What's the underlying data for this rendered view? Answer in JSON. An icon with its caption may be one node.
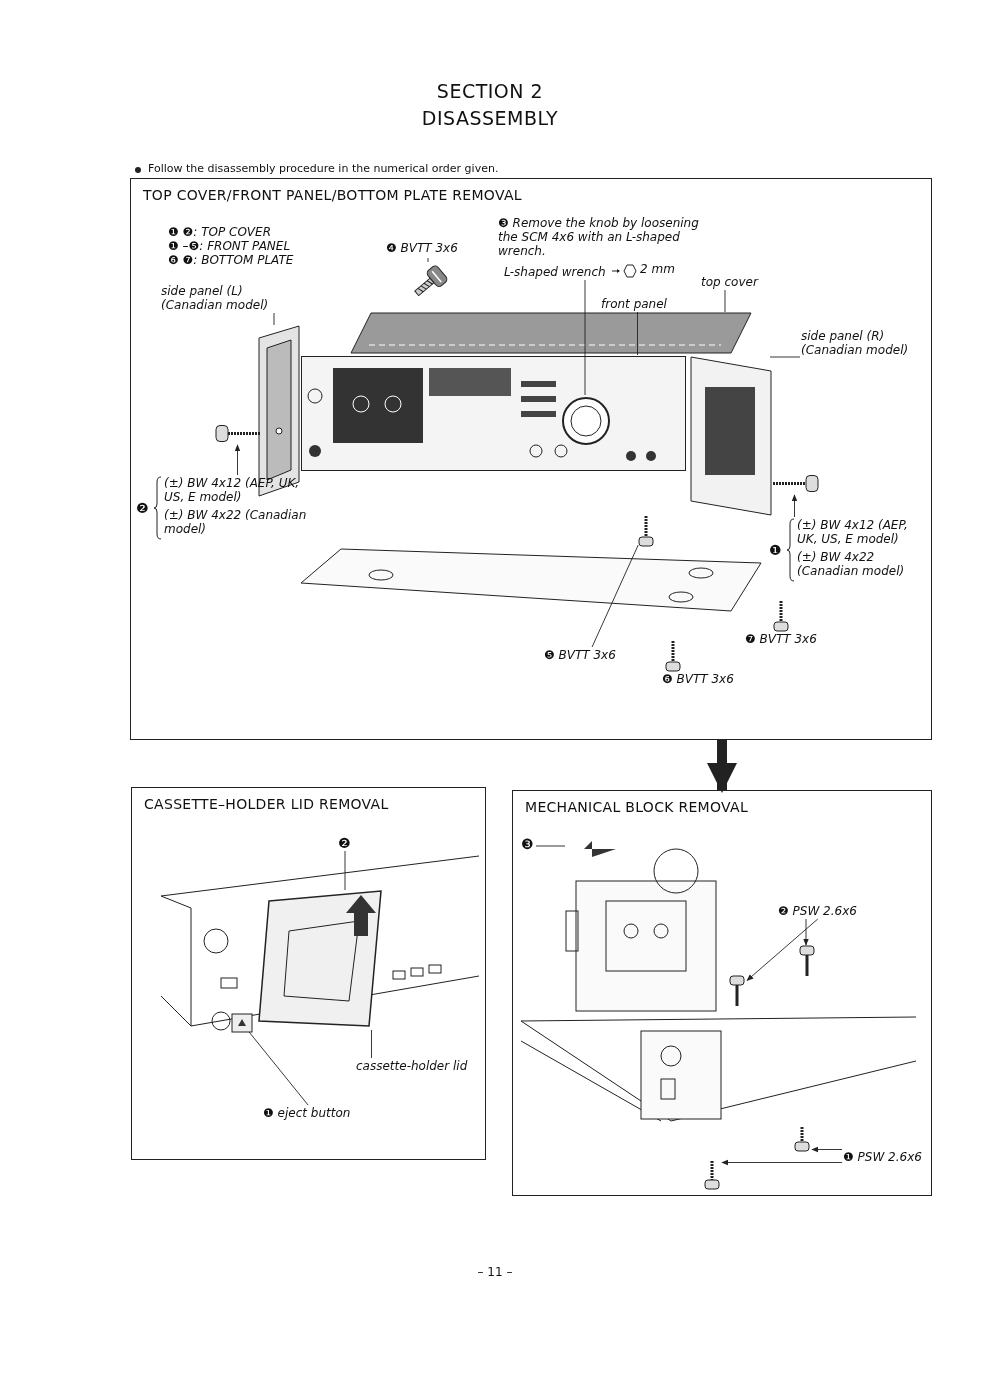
{
  "diagram": {
    "title": "SECTION 2 DISASSEMBLY",
    "nodes": [
      {
        "text": [
          "TOP COVER/FRONT PANEL/BOTTOM PLATE REMOVAL"
        ]
      },
      {
        "text": [],
        "shape": "picture",
        "in": 0
      },
      {
        "text": [],
        "shape": "picture",
        "in": 0
      },
      {
        "text": [],
        "shape": "picture",
        "in": 0
      },
      {
        "text": [],
        "shape": "picture",
        "in": 3
      },
      {
        "text": [],
        "shape": "picture",
        "in": 0
      },
      {
        "text": [],
        "shape": "picture",
        "in": 0
      },
      {
        "text": [],
        "shape": "picture",
        "in": 0
      },
      {
        "text": [],
        "shape": "picture",
        "in": 0
      },
      {
        "text": [],
        "shape": "picture",
        "in": 0
      },
      {
        "text": [],
        "shape": "picture",
        "in": 0
      },
      {
        "text": [],
        "shape": "picture",
        "in": 0
      },
      {
        "text": [],
        "shape": "picture",
        "in": 0
      },
      {
        "text": [
          "side panel (L) (Canadian model)"
        ],
        "in": 0
      },
      {
        "text": [
          "❹ BVTT 3x6"
        ],
        "in": 0
      },
      {
        "text": [
          "L-shaped wrench"
        ],
        "in": 0
      },
      {
        "text": [
          "top cover"
        ],
        "in": 0
      },
      {
        "text": [
          "front panel"
        ],
        "in": 0
      },
      {
        "text": [
          "side panel (R) (Canadian model)"
        ],
        "in": 0
      },
      {
        "text": [
          "❷",
          "(±) BW 4x12 (AEP, UK, US, E model)",
          "(±) BW 4x22 (Canadian model)"
        ],
        "in": 0
      },
      {
        "text": [
          "❶",
          "(±) BW 4x12 (AEP, UK, US, E model)",
          "(±) BW 4x22 (Canadian model)"
        ],
        "in": 0
      },
      {
        "text": [
          "❺ BVTT 3x6"
        ],
        "in": 0
      },
      {
        "text": [
          "CASSETTE–HOLDER LID REMOVAL"
        ]
      },
      {
        "text": [],
        "shape": "picture",
        "in": 22
      },
      {
        "text": [],
        "shape": "picture",
        "in": 23
      },
      {
        "text": [],
        "shape": "picture",
        "in": 23
      },
      {
        "text": [
          "❷"
        ],
        "in": 22
      },
      {
        "text": [
          "cassette-holder lid"
        ],
        "in": 22
      },
      {
        "text": [
          "❶ eject button"
        ],
        "in": 22
      },
      {
        "text": [
          "MECHANICAL BLOCK REMOVAL"
        ]
      },
      {
        "text": [],
        "shape": "picture",
        "in": 29
      },
      {
        "text": [],
        "shape": "picture",
        "in": 29
      },
      {
        "text": [],
        "shape": "picture",
        "in": 29
      },
      {
        "text": [],
        "shape": "picture",
        "in": 29
      },
      {
        "text": [],
        "shape": "picture",
        "in": 29
      },
      {
        "text": [],
        "shape": "picture",
        "in": 29
      },
      {
        "text": [
          "❸"
        ],
        "in": 29
      },
      {
        "text": [
          "❷ PSW 2.6x6"
        ],
        "in": 29
      },
      {
        "text": [
          "❶ PSW 2.6x6"
        ],
        "in": 29
      }
    ],
    "edges": [
      {
        "from": 0,
        "to": 29,
        "arrow": "to",
        "style": "thick"
      },
      {
        "from": 13,
        "to": 1,
        "arrow": "none"
      },
      {
        "from": 14,
        "to": 7,
        "arrow": "none"
      },
      {
        "from": 15,
        "to": 4,
        "arrow": "none"
      },
      {
        "from": 16,
        "to": 2,
        "arrow": "none"
      },
      {
        "from": 17,
        "to": 3,
        "arrow": "none"
      },
      {
        "from": 18,
        "to": 5,
        "arrow": "none"
      },
      {
        "from": 19,
        "to": 8,
        "arrow": "to"
      },
      {
        "from": 20,
        "to": 9,
        "arrow": "to"
      },
      {
        "from": 21,
        "to": 10,
        "arrow": "none"
      },
      {
        "from": 26,
        "to": 24,
        "arrow": "none"
      },
      {
        "from": 27,
        "to": 24,
        "arrow": "none"
      },
      {
        "from": 28,
        "to": 25,
        "arrow": "none"
      },
      {
        "from": 36,
        "to": 30,
        "arrow": "none"
      },
      {
        "from": 37,
        "to": 32,
        "arrow": "to"
      },
      {
        "from": 37,
        "to": 33,
        "arrow": "to"
      },
      {
        "from": 38,
        "to": 34,
        "arrow": "to"
      },
      {
        "from": 38,
        "to": 35,
        "arrow": "to"
      }
    ],
    "labels": [
      "Follow the disassembly procedure in the numerical order given.",
      "❶ ❷: TOP COVER",
      "❶ –❺: FRONT PANEL",
      "❻ ❼: BOTTOM PLATE",
      "❸ Remove the knob by loosening the SCM 4x6 with an L-shaped wrench.",
      "2 mm",
      "❼ BVTT 3x6",
      "❻ BVTT 3x6",
      "– 11 –"
    ]
  }
}
